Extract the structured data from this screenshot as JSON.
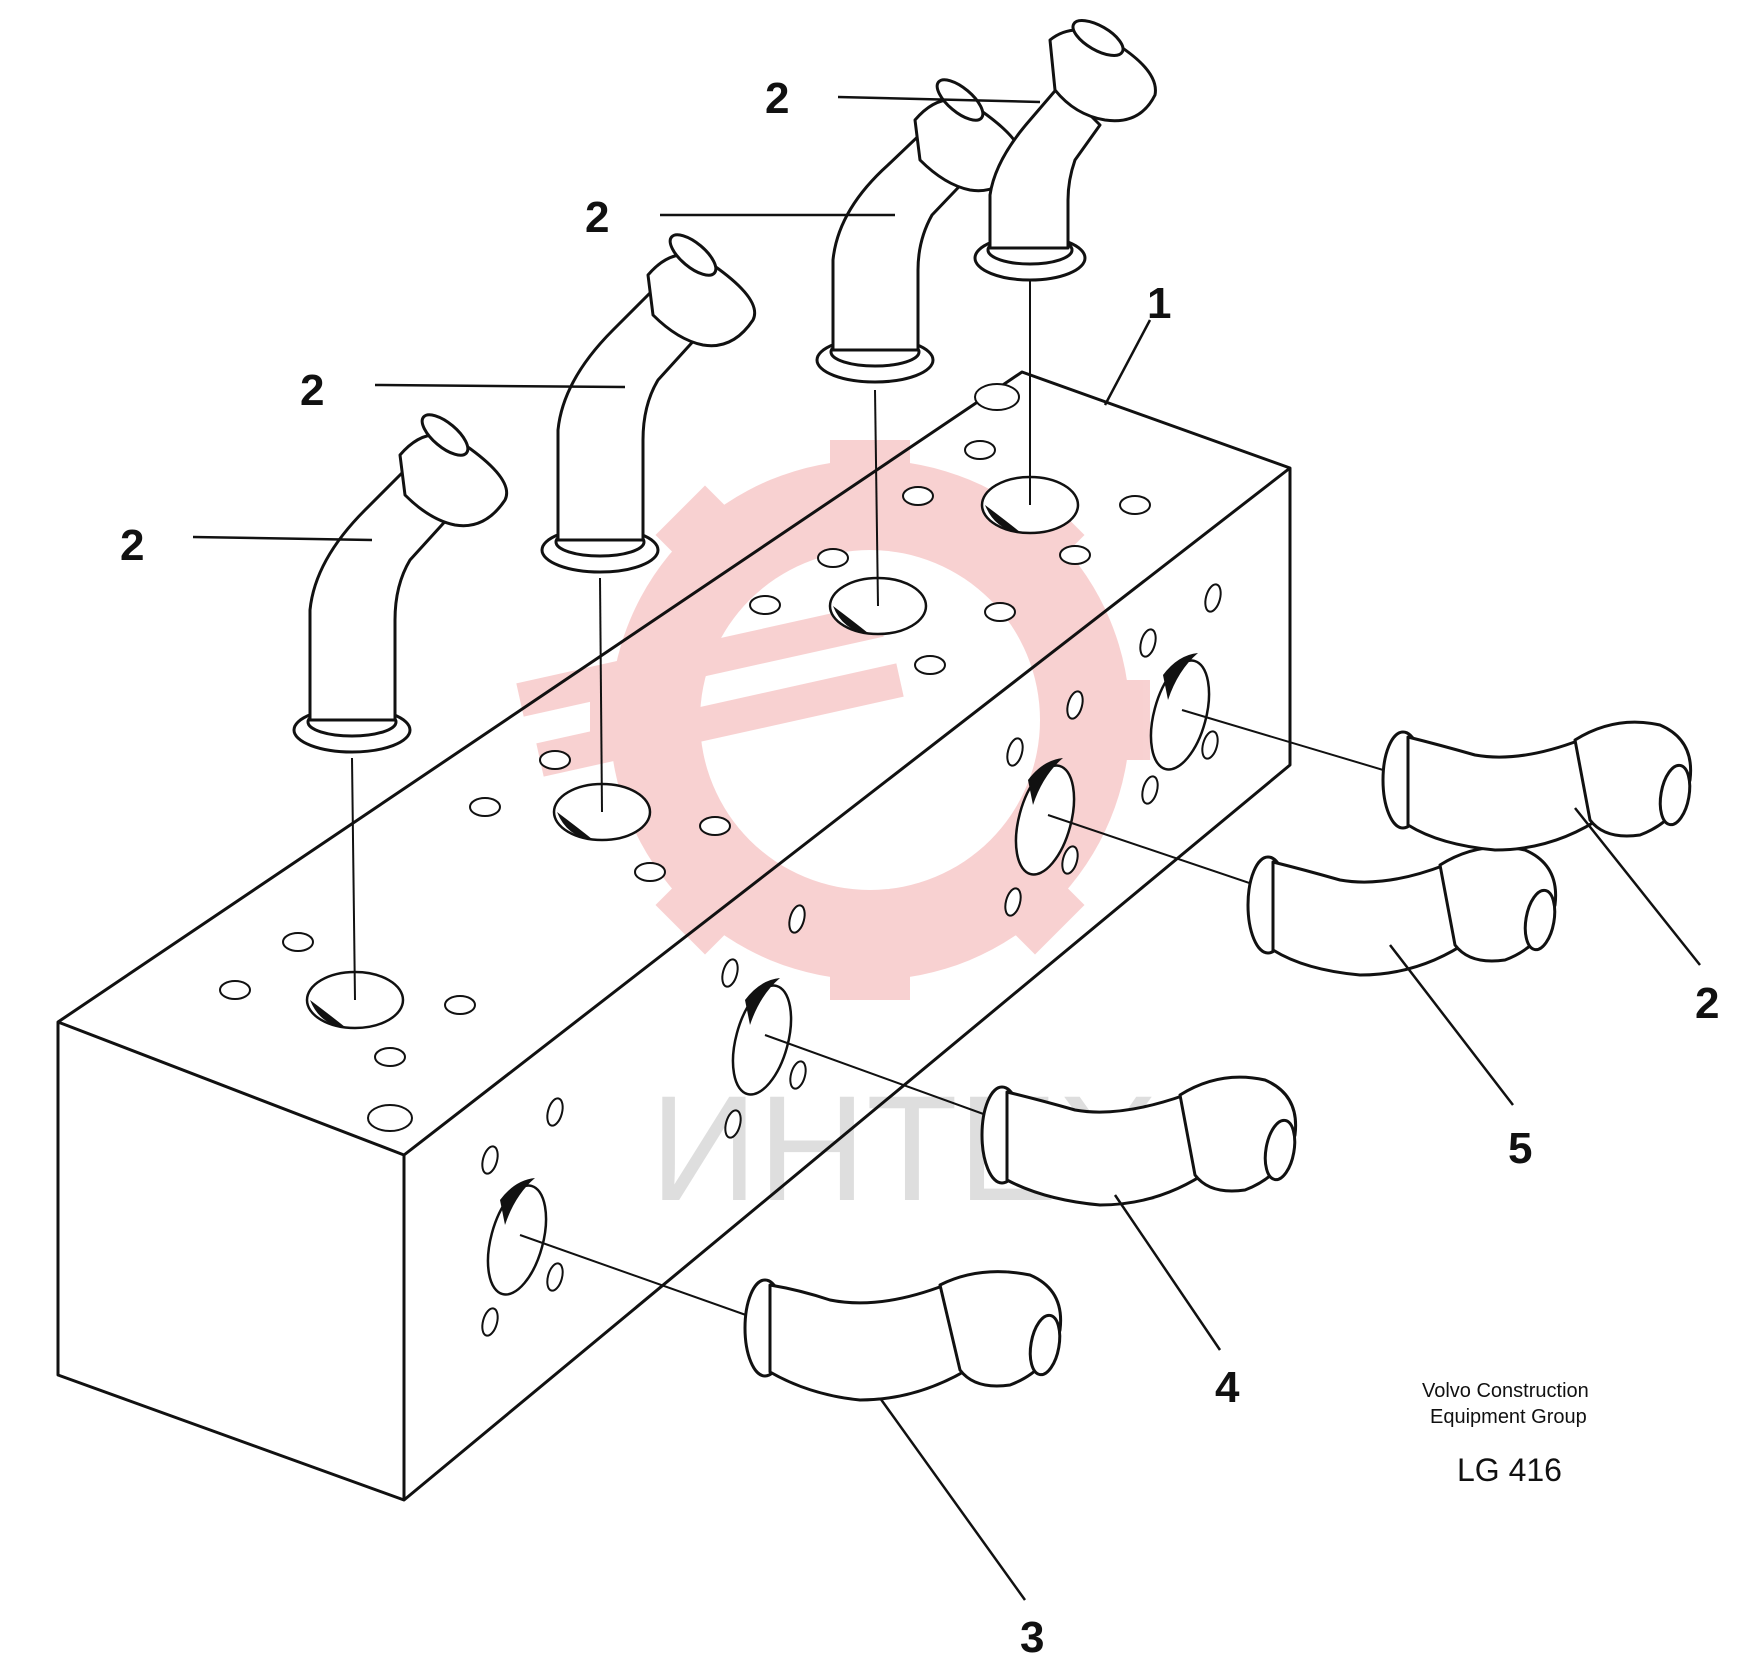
{
  "diagram": {
    "callouts": {
      "block": "1",
      "elbow_top_1": "2",
      "elbow_top_2": "2",
      "elbow_top_3": "2",
      "elbow_top_4": "2",
      "elbow_side_right": "2",
      "elbow_side_3": "3",
      "elbow_side_4": "4",
      "elbow_side_5": "5"
    },
    "caption": {
      "line1": "Volvo Construction",
      "line2": "Equipment Group",
      "code": "LG 416"
    },
    "watermark": {
      "text": "ИНТЕХ",
      "color": "#f4b6b6"
    }
  }
}
